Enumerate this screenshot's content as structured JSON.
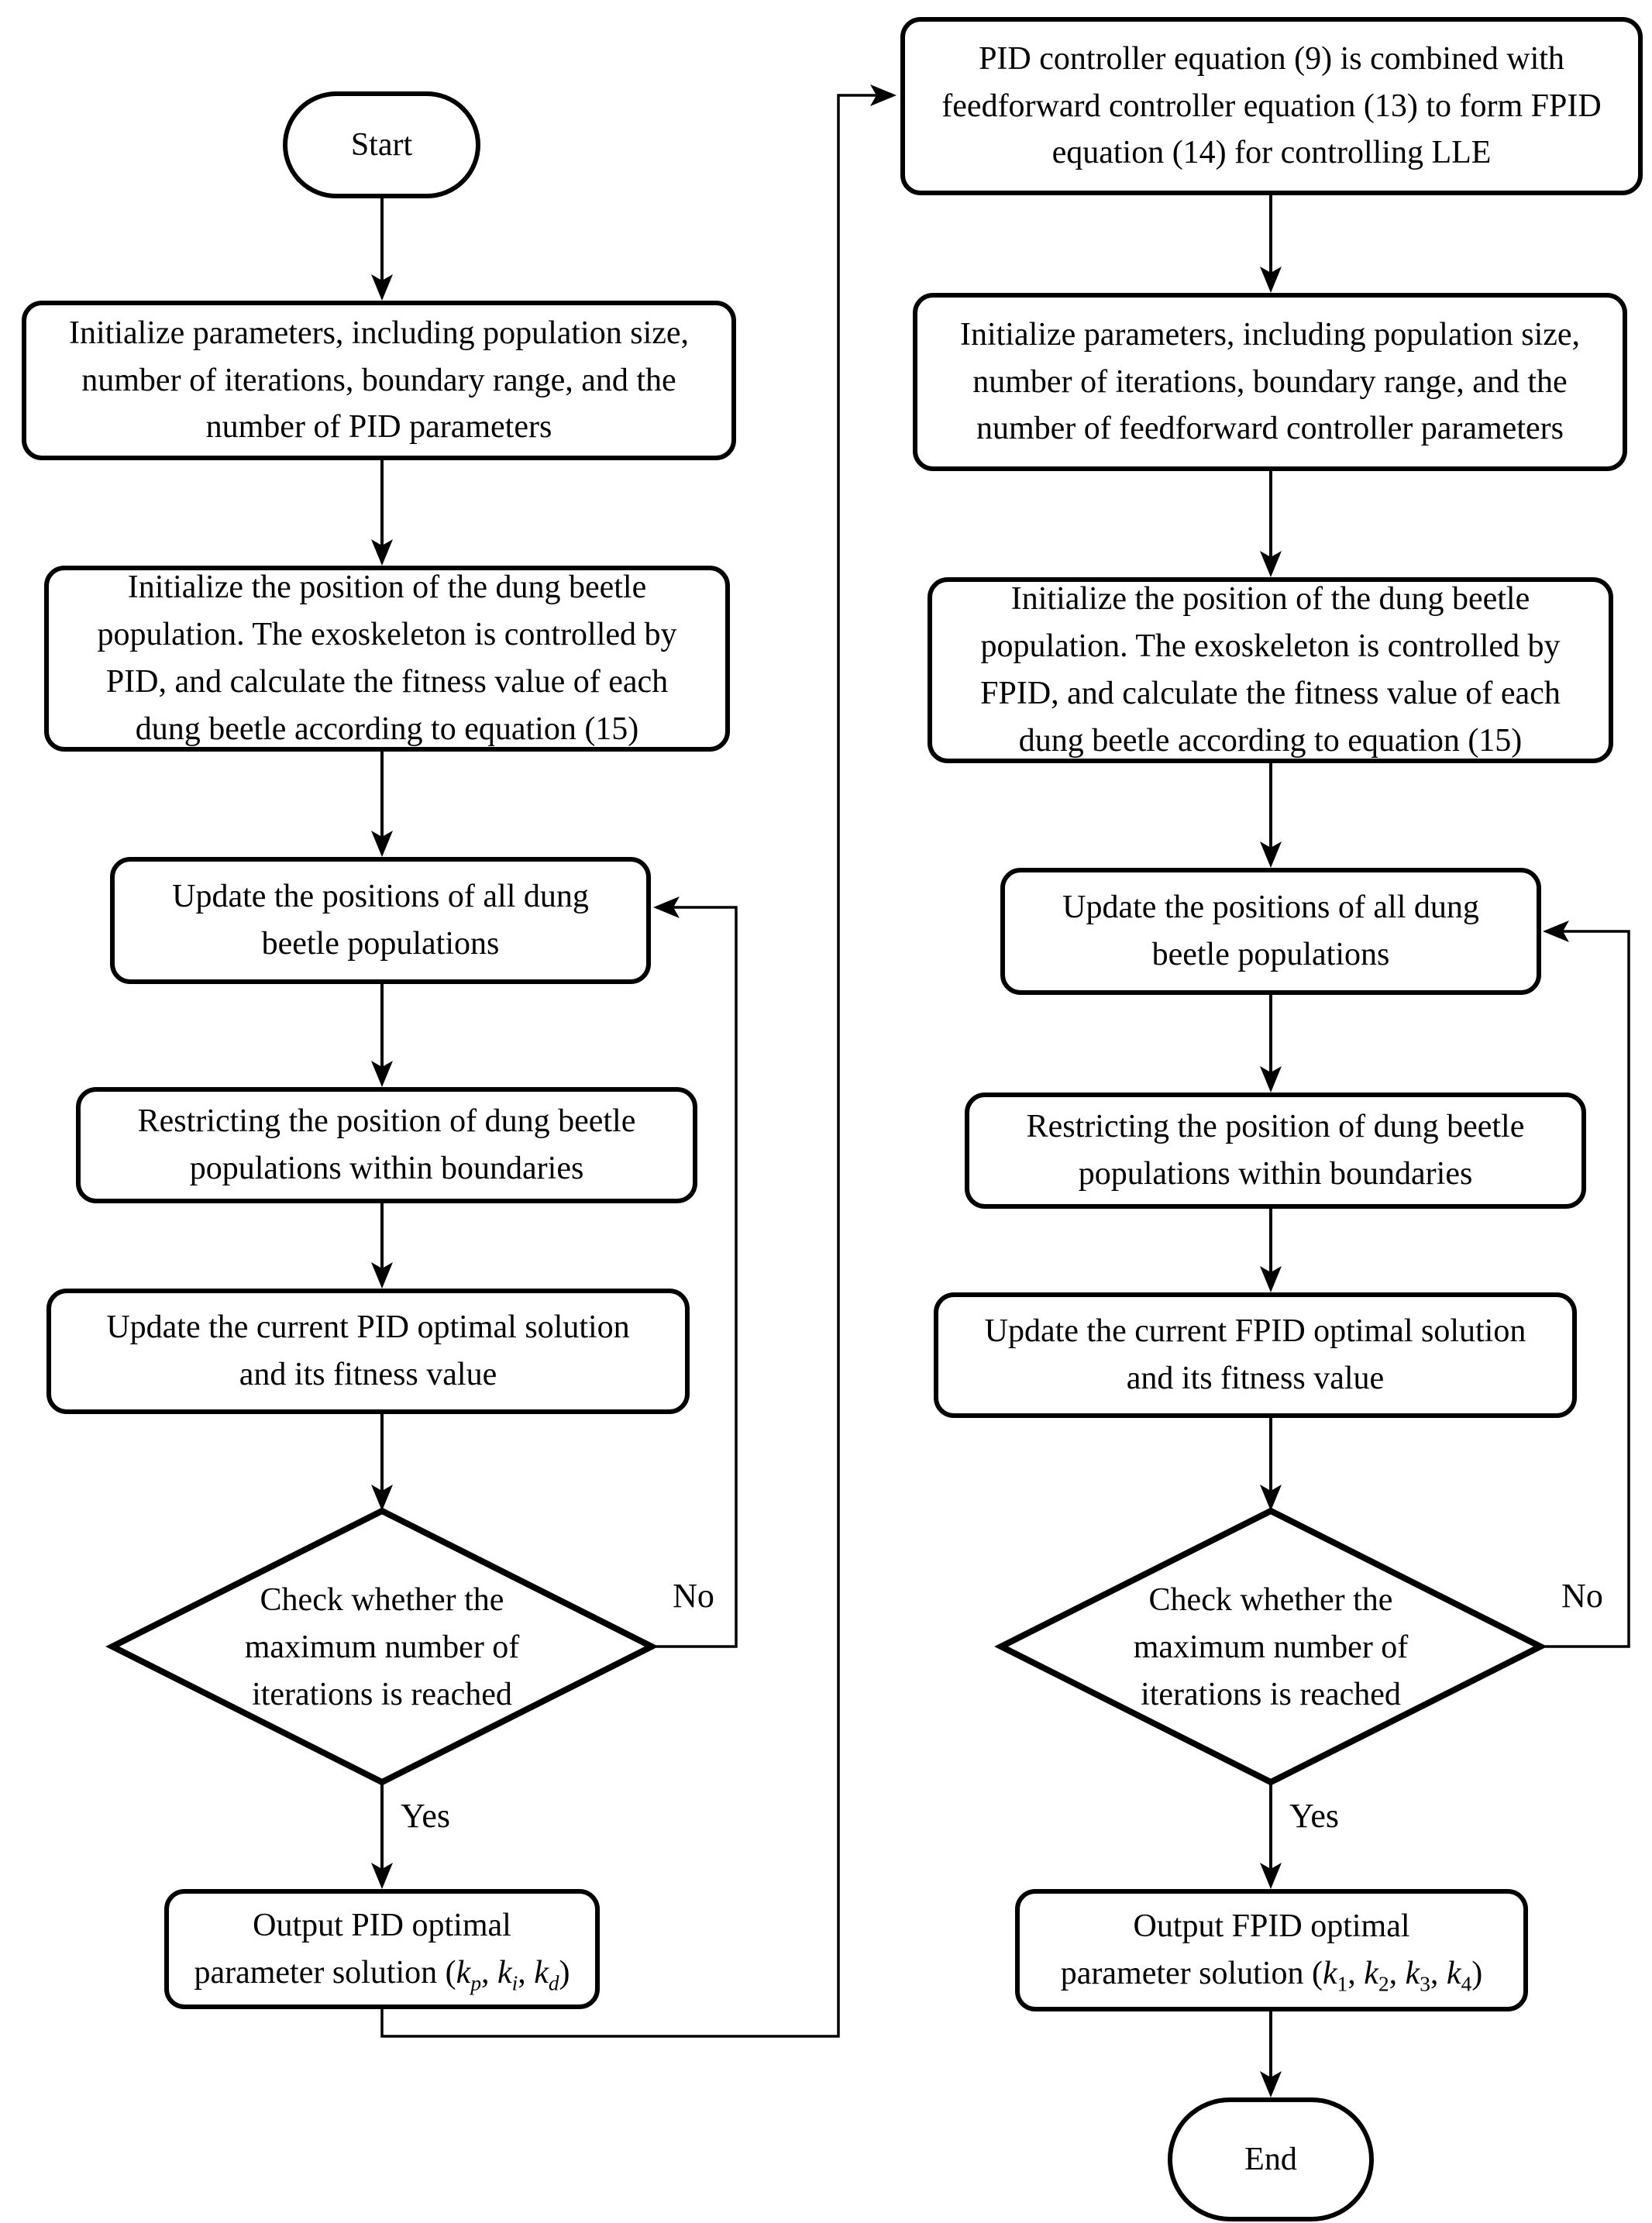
{
  "diagram": {
    "left": {
      "start_label": "Start",
      "init_params": "Initialize parameters, including population size,\nnumber of iterations, boundary range, and the\nnumber of PID parameters",
      "init_position": "Initialize the position of the dung beetle\npopulation. The exoskeleton is controlled by\nPID, and calculate the fitness value of each\ndung beetle according to equation (15)",
      "update_positions": "Update the positions of all dung\nbeetle populations",
      "restrict": "Restricting the position of dung beetle\npopulations within boundaries",
      "update_optimal": "Update the current PID optimal solution\nand its fitness value",
      "check": "Check whether the\nmaximum number of\niterations is reached",
      "no_label": "No",
      "yes_label": "Yes",
      "output": {
        "line1": "Output PID optimal",
        "prefix": "parameter solution (",
        "k1": "k",
        "s1": "p",
        "sep1": ", ",
        "k2": "k",
        "s2": "i",
        "sep2": ", ",
        "k3": "k",
        "s3": "d",
        "suffix": ")"
      }
    },
    "right": {
      "combine": "PID controller equation (9) is combined with\nfeedforward controller equation (13) to form FPID\nequation (14) for controlling LLE",
      "init_params": "Initialize parameters, including population size,\nnumber of iterations, boundary range, and the\nnumber of feedforward controller parameters",
      "init_position": "Initialize the position of the dung beetle\npopulation. The exoskeleton is controlled by\nFPID, and calculate the fitness value of each\ndung beetle according to equation (15)",
      "update_positions": "Update the positions of all dung\nbeetle populations",
      "restrict": "Restricting the position of dung beetle\npopulations within boundaries",
      "update_optimal": "Update the current FPID optimal solution\nand its fitness value",
      "check": "Check whether the\nmaximum number of\niterations is reached",
      "no_label": "No",
      "yes_label": "Yes",
      "output": {
        "line1": "Output FPID optimal",
        "prefix": "parameter solution (",
        "k1": "k",
        "s1": "1",
        "sep1": ", ",
        "k2": "k",
        "s2": "2",
        "sep2": ", ",
        "k3": "k",
        "s3": "3",
        "sep3": ", ",
        "k4": "k",
        "s4": "4",
        "suffix": ")"
      },
      "end_label": "End"
    }
  }
}
